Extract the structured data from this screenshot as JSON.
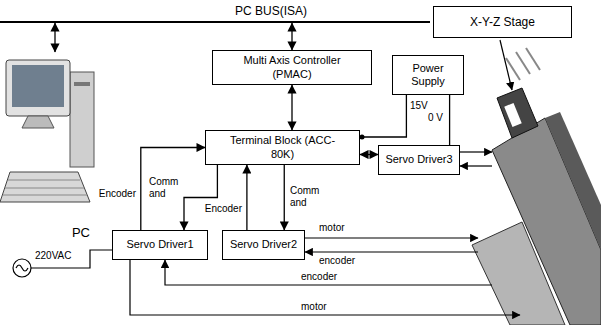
{
  "diagram": {
    "nodes": [
      {
        "text": [
          "PC BUS(ISA)"
        ]
      },
      {
        "text": [
          "X-Y-Z Stage"
        ]
      },
      {
        "text": [
          "Multi Axis Controller (PMAC)"
        ]
      },
      {
        "text": [
          "Power Supply"
        ]
      },
      {
        "text": [
          "Terminal Block (ACC-80K)"
        ]
      },
      {
        "text": [
          "Servo Driver3"
        ]
      },
      {
        "text": [
          "PC"
        ]
      },
      {
        "text": [
          "Servo Driver1"
        ]
      },
      {
        "text": [
          "Servo Driver2"
        ]
      }
    ],
    "edges": [
      {
        "from": 6,
        "to": 0,
        "arrow": "both"
      },
      {
        "from": 2,
        "to": 0,
        "arrow": "both"
      },
      {
        "from": 2,
        "to": 4,
        "arrow": "both"
      },
      {
        "from": 3,
        "to": 4,
        "label": "15V",
        "arrow": "none"
      },
      {
        "from": 3,
        "to": 5,
        "label": "0 V",
        "arrow": "none"
      },
      {
        "from": 4,
        "to": 5,
        "arrow": "both"
      },
      {
        "from": 7,
        "to": 4,
        "label": "Encoder",
        "arrow": "to"
      },
      {
        "from": 4,
        "to": 7,
        "label": "Comm and",
        "arrow": "to"
      },
      {
        "from": 8,
        "to": 4,
        "label": "Encoder",
        "arrow": "to"
      },
      {
        "from": 4,
        "to": 8,
        "label": "Comm and",
        "arrow": "to"
      }
    ],
    "labels": [
      "motor",
      "encoder",
      "encoder",
      "motor",
      "220VAC"
    ]
  }
}
